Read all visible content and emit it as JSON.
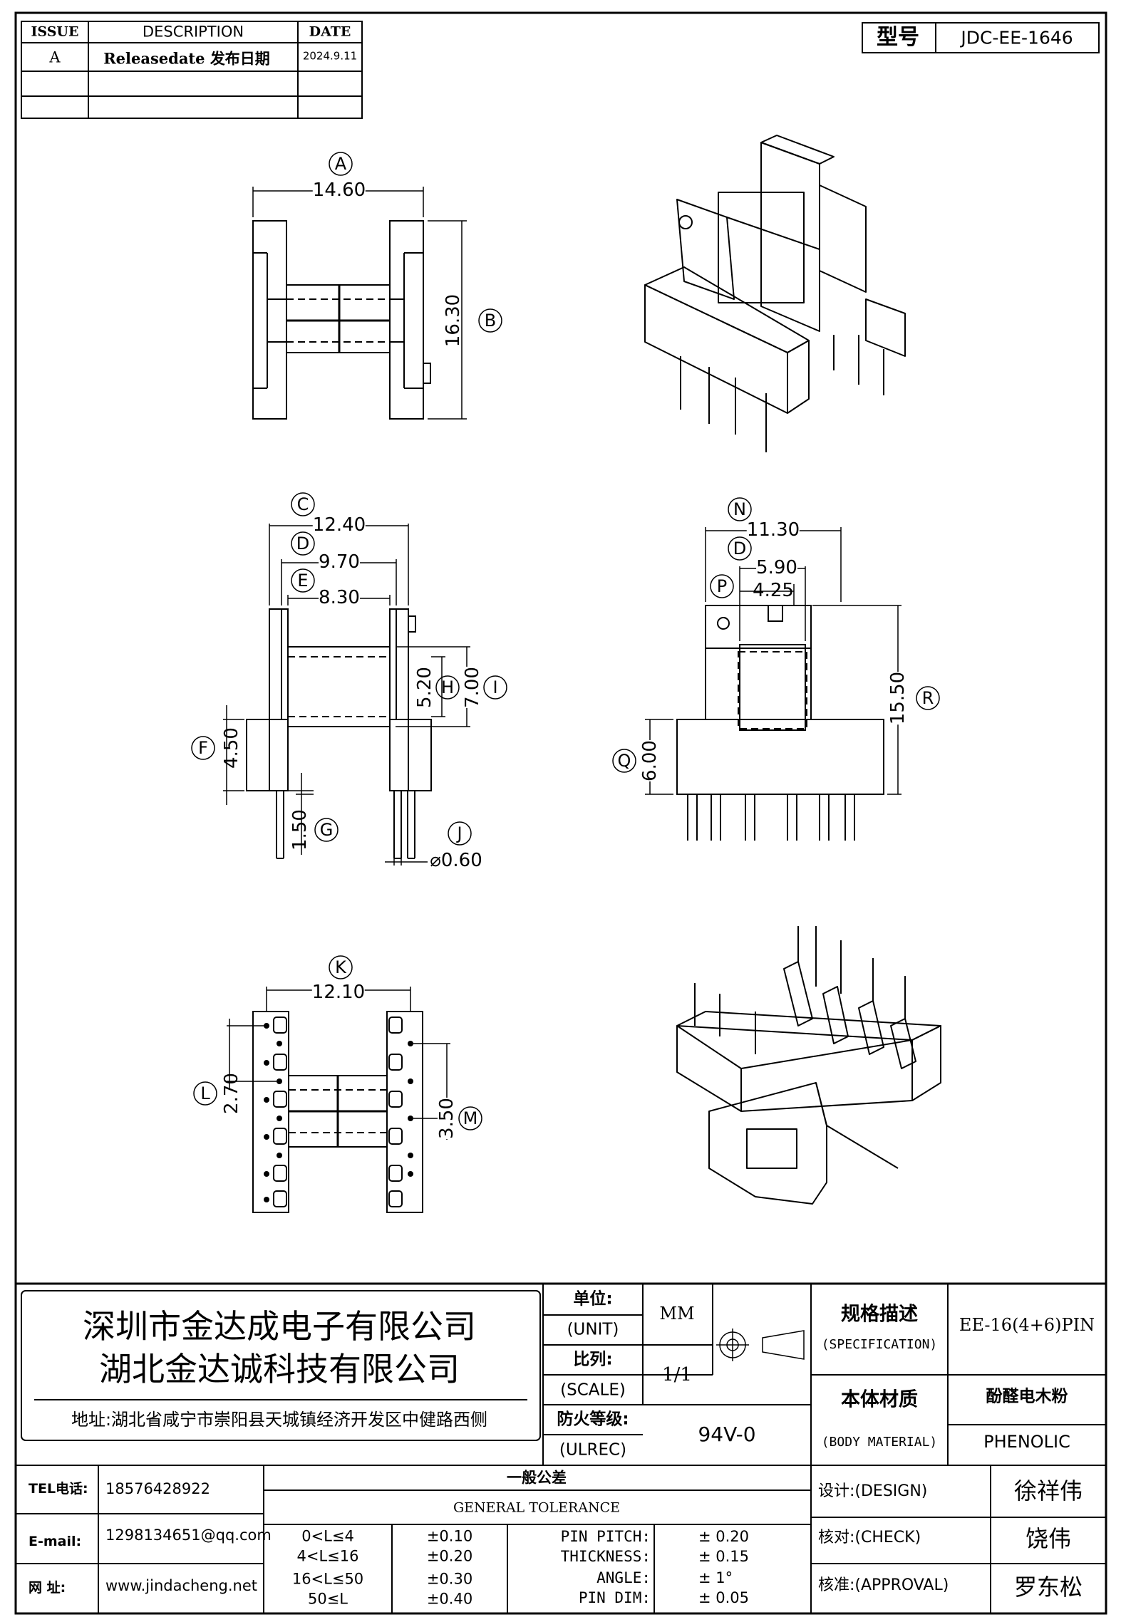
{
  "revision": {
    "headers": {
      "issue": "ISSUE",
      "description": "DESCRIPTION",
      "date": "DATE"
    },
    "rows": [
      {
        "issue": "A",
        "description": "Releasedate 发布日期",
        "date": "2024.9.11"
      }
    ]
  },
  "model": {
    "label": "型号",
    "value": "JDC-EE-1646"
  },
  "dimensions": {
    "A": "14.60",
    "B": "16.30",
    "C": "12.40",
    "D": "9.70",
    "E": "8.30",
    "F": "4.50",
    "G": "1.50",
    "H": "5.20",
    "I": "7.00",
    "J": "⌀0.60",
    "K": "12.10",
    "L": "2.70",
    "M": "3.50",
    "N": "11.30",
    "D2": "5.90",
    "P": "4.25",
    "Q": "6.00",
    "R": "15.50"
  },
  "company": {
    "name_1": "深圳市金达成电子有限公司",
    "name_2": "湖北金达诚科技有限公司",
    "address": "地址:湖北省咸宁市崇阳县天城镇经济开发区中健路西侧"
  },
  "title_block": {
    "unit_cn": "单位:",
    "unit_en": "(UNIT)",
    "unit_value": "MM",
    "scale_cn": "比列:",
    "scale_en": "(SCALE)",
    "scale_value": "1/1",
    "fire_cn": "防火等级:",
    "fire_en": "(ULREC)",
    "fire_value": "94V-0",
    "spec_cn": "规格描述",
    "spec_en": "(SPECIFICATION)",
    "spec_value": "EE-16(4+6)PIN",
    "material_cn": "本体材质",
    "material_en": "(BODY MATERIAL)",
    "material_value_cn": "酚醛电木粉",
    "material_value_en": "PHENOLIC"
  },
  "contact": {
    "tel_label": "TEL电话:",
    "tel": "18576428922",
    "email_label": "E-mail:",
    "email": "1298134651@qq.com",
    "web_label": "网  址:",
    "web": "www.jindacheng.net"
  },
  "tolerance": {
    "title_cn": "一般公差",
    "title_en": "GENERAL TOLERANCE",
    "ranges": [
      {
        "range": "0<L≤4",
        "tol": "±0.10"
      },
      {
        "range": "4<L≤16",
        "tol": "±0.20"
      },
      {
        "range": "16<L≤50",
        "tol": "±0.30"
      },
      {
        "range": "50≤L",
        "tol": "±0.40"
      }
    ],
    "items": [
      {
        "label": "PIN PITCH:",
        "tol": "± 0.20"
      },
      {
        "label": "THICKNESS:",
        "tol": "± 0.15"
      },
      {
        "label": "ANGLE:",
        "tol": "± 1°"
      },
      {
        "label": "PIN DIM:",
        "tol": "± 0.05"
      }
    ]
  },
  "approvals": [
    {
      "label": "设计:(DESIGN)",
      "name": "徐祥伟"
    },
    {
      "label": "核对:(CHECK)",
      "name": "饶伟"
    },
    {
      "label": "核准:(APPROVAL)",
      "name": "罗东松"
    }
  ]
}
